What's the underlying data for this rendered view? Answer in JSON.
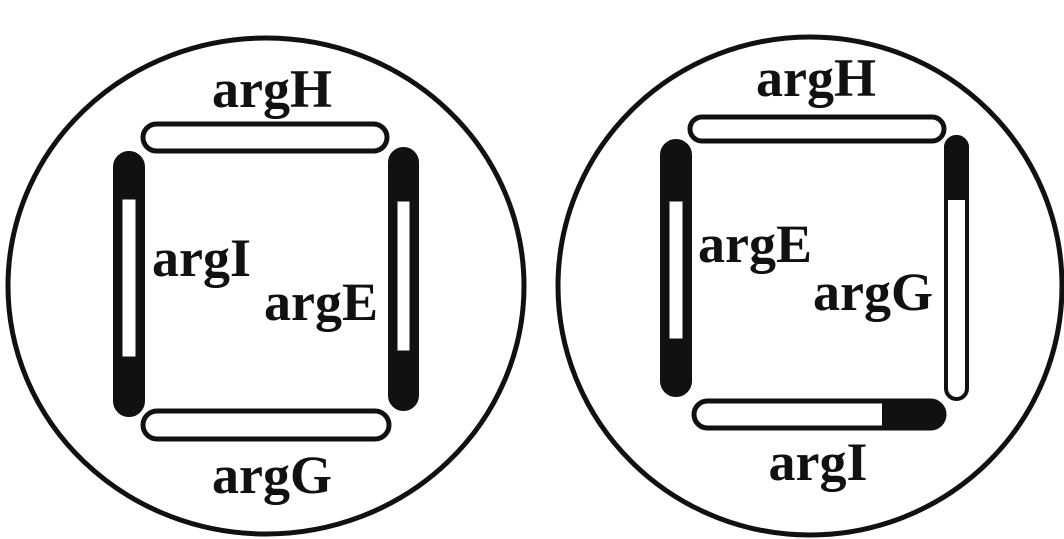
{
  "colors": {
    "ink": "#111111",
    "background": "#ffffff",
    "streak_fill": "#ffffff",
    "growth": "#111111"
  },
  "plates": [
    {
      "id": "plate-1",
      "genes": [
        {
          "label": "argH",
          "growth": "none"
        },
        {
          "label": "argI",
          "growth": "both-ends"
        },
        {
          "label": "argE",
          "growth": "both-ends"
        },
        {
          "label": "argG",
          "growth": "none"
        }
      ]
    },
    {
      "id": "plate-2",
      "genes": [
        {
          "label": "argH",
          "growth": "none"
        },
        {
          "label": "argE",
          "growth": "both-ends"
        },
        {
          "label": "argG",
          "growth": "top-end"
        },
        {
          "label": "argI",
          "growth": "right-end"
        }
      ]
    }
  ]
}
